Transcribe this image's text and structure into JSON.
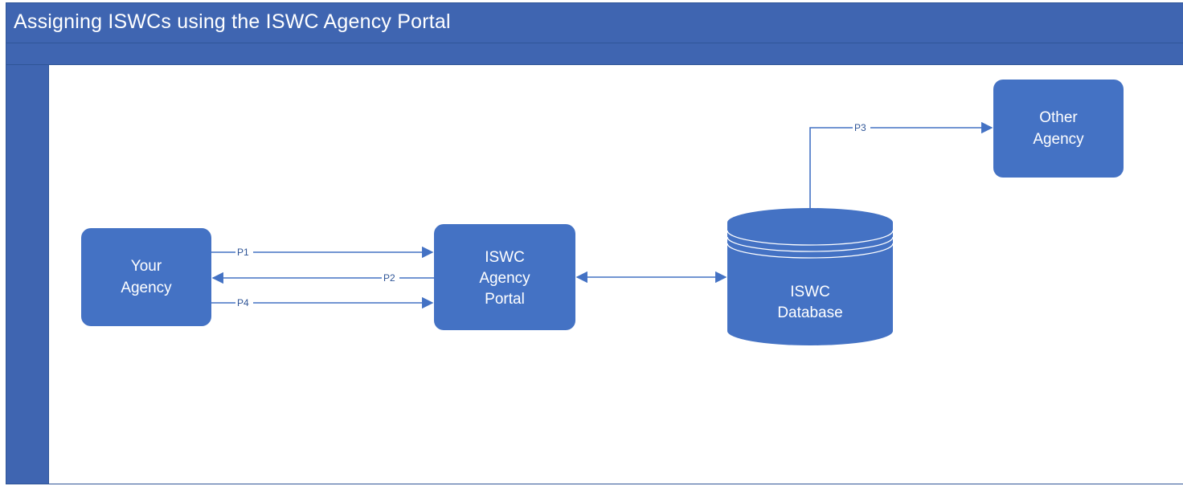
{
  "diagram": {
    "title": "Assigning ISWCs using the ISWC Agency Portal",
    "nodes": {
      "your_agency": [
        "Your",
        "Agency"
      ],
      "portal": [
        "ISWC",
        "Agency",
        "Portal"
      ],
      "database": [
        "ISWC",
        "Database"
      ],
      "other_agency": [
        "Other",
        "Agency"
      ]
    },
    "edges": {
      "p1": "P1",
      "p2": "P2",
      "p3": "P3",
      "p4": "P4"
    },
    "colors": {
      "band": "#3f65b1",
      "node_fill": "#4472c4",
      "line": "#4472c4",
      "text_on_node": "#ffffff"
    }
  }
}
